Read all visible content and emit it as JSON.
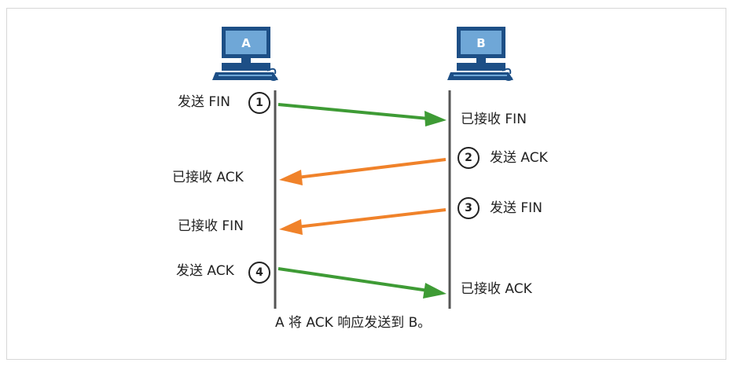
{
  "hosts": {
    "a_label": "A",
    "b_label": "B"
  },
  "steps": [
    {
      "number": "1",
      "send_label": "发送 FIN",
      "receive_label": "已接收 FIN"
    },
    {
      "number": "2",
      "send_label": "发送 ACK",
      "receive_label": "已接收 ACK"
    },
    {
      "number": "3",
      "send_label": "发送 FIN",
      "receive_label": "已接收 FIN"
    },
    {
      "number": "4",
      "send_label": "发送 ACK",
      "receive_label": "已接收 ACK"
    }
  ],
  "caption": "A 将 ACK 响应发送到 B。",
  "colors": {
    "green_arrow": "#3e9b35",
    "orange_arrow": "#f0822a",
    "timeline": "#555555",
    "computer_dark": "#1d4f86",
    "computer_screen": "#6fa7d7"
  }
}
